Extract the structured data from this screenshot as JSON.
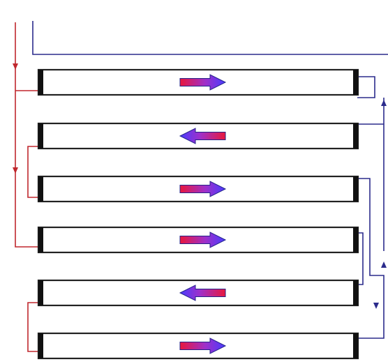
{
  "diagram": {
    "type": "serpentine-pipe-flow",
    "colors": {
      "background": "#ffffff",
      "tube_fill": "#ffffff",
      "tube_outline": "#222222",
      "tube_cap": "#111111",
      "inlet_pipe": "#c0272d",
      "return_pipe": "#2b2b8c",
      "arrow_hot": "#e8173d",
      "arrow_cold": "#4a3cff",
      "arrow_outline": "#23238a"
    },
    "tubes": [
      {
        "id": 1,
        "flow_direction": "right"
      },
      {
        "id": 2,
        "flow_direction": "left"
      },
      {
        "id": 3,
        "flow_direction": "right"
      },
      {
        "id": 4,
        "flow_direction": "right"
      },
      {
        "id": 5,
        "flow_direction": "left"
      },
      {
        "id": 6,
        "flow_direction": "right"
      }
    ],
    "pipe_flow_markers": [
      {
        "pipe": "inlet",
        "direction": "down"
      },
      {
        "pipe": "inlet",
        "direction": "down"
      },
      {
        "pipe": "return",
        "direction": "up"
      },
      {
        "pipe": "return",
        "direction": "up"
      },
      {
        "pipe": "return-short",
        "direction": "down"
      }
    ]
  }
}
